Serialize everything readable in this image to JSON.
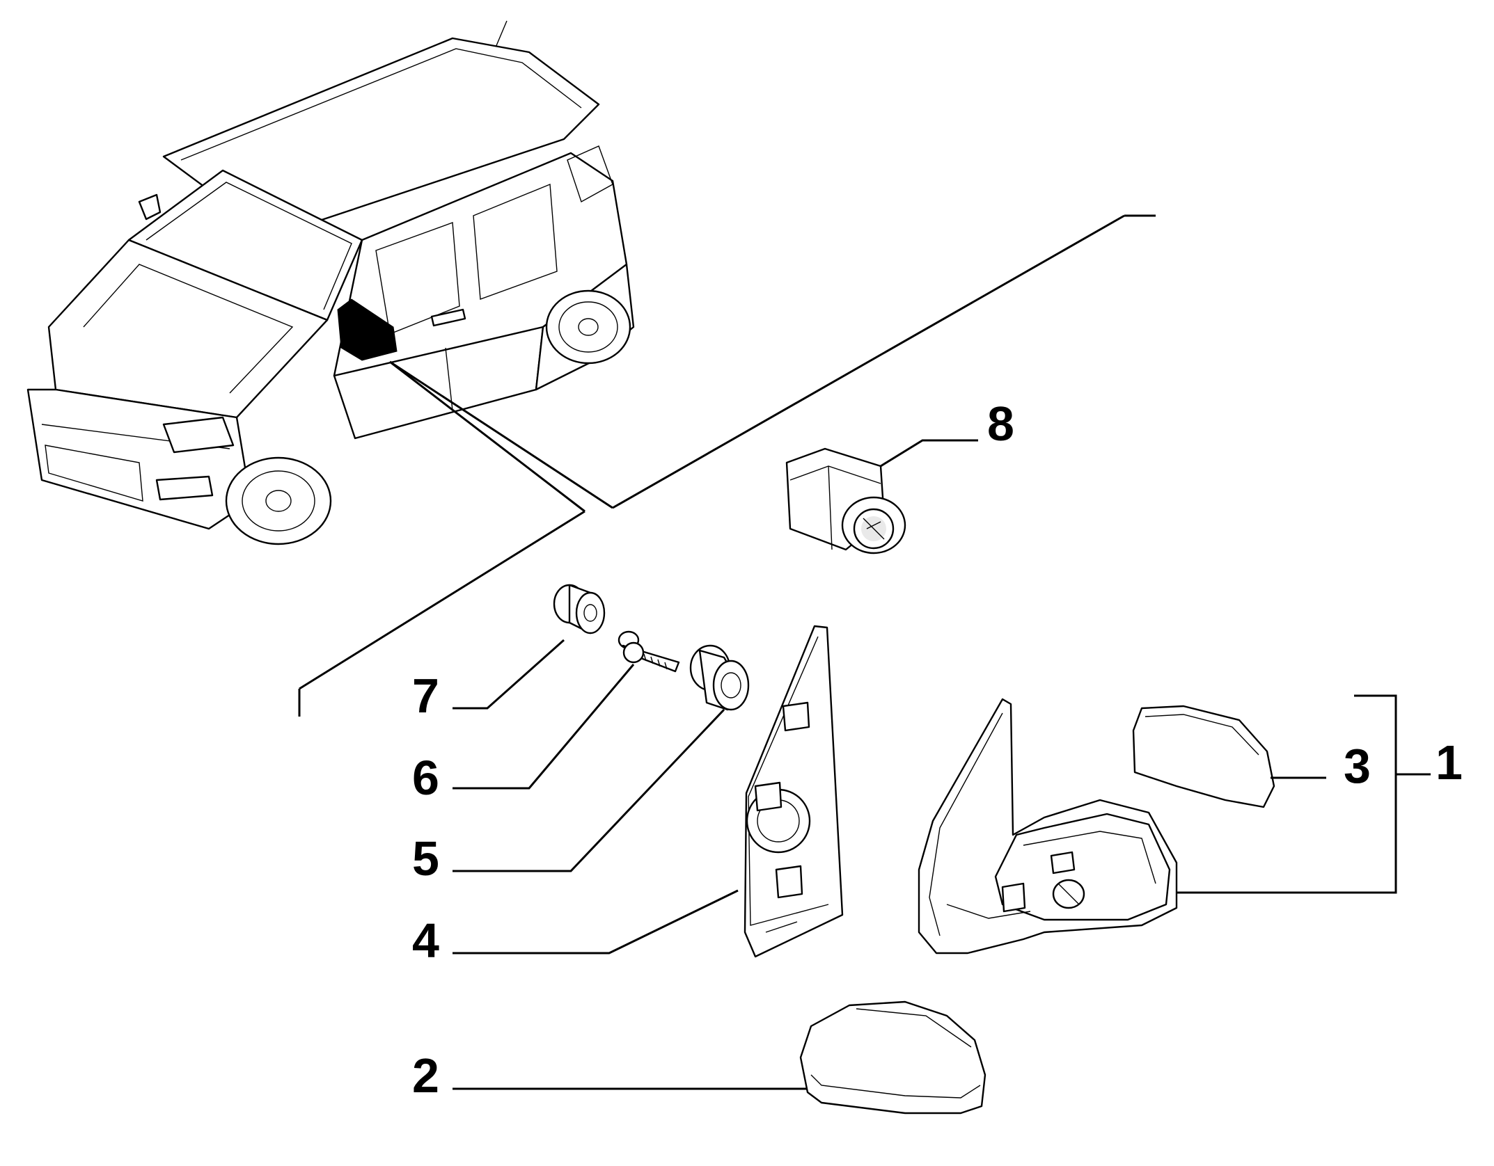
{
  "callouts": [
    {
      "id": "1",
      "label": "1",
      "part": "mirror-assembly"
    },
    {
      "id": "2",
      "label": "2",
      "part": "mirror-cover-cap"
    },
    {
      "id": "3",
      "label": "3",
      "part": "mirror-glass"
    },
    {
      "id": "4",
      "label": "4",
      "part": "inner-trim-panel"
    },
    {
      "id": "5",
      "label": "5",
      "part": "grommet"
    },
    {
      "id": "6",
      "label": "6",
      "part": "bolt"
    },
    {
      "id": "7",
      "label": "7",
      "part": "nut"
    },
    {
      "id": "8",
      "label": "8",
      "part": "mirror-adjust-switch"
    }
  ],
  "colors": {
    "line": "#000000",
    "background": "#ffffff",
    "shade": "#e9e9e9"
  }
}
